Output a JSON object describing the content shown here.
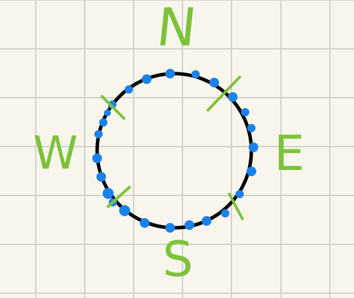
{
  "directions": {
    "north": "N",
    "east": "E",
    "south": "S",
    "west": "W"
  },
  "colors": {
    "background": "#f8f6ec",
    "grid": "#d2d2cc",
    "circle": "#000000",
    "dots": "#1a82e8",
    "marks": "#7cc23a"
  }
}
